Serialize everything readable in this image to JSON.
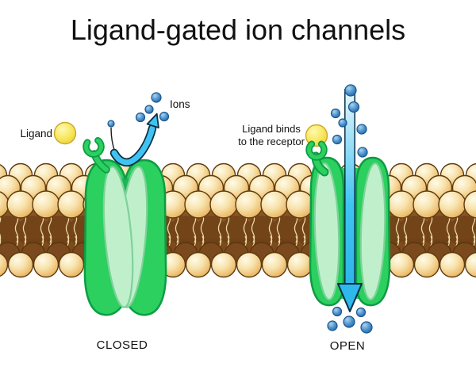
{
  "title": "Ligand-gated ion channels",
  "labels": {
    "ligand": "Ligand",
    "ions": "Ions",
    "binds_line1": "Ligand binds",
    "binds_line2": "to the receptor",
    "closed": "CLOSED",
    "open": "OPEN"
  },
  "colors": {
    "channel_green": "#2bd05f",
    "channel_outline": "#0d9c45",
    "channel_inner": "#bff0cb",
    "membrane_head": "#f0cc85",
    "membrane_tail": "#8a5426",
    "ion_blue": "#2e77b8",
    "ligand_yellow": "#f6e44f",
    "arrow_cyan": "#3fc4f2"
  }
}
